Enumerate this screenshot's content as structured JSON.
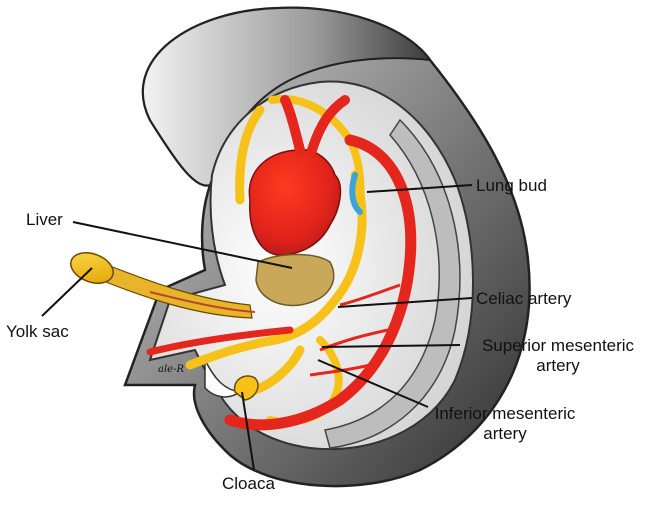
{
  "labels": {
    "lung_bud": "Lung bud",
    "liver": "Liver",
    "yolk_sac": "Yolk sac",
    "celiac_artery": "Celiac artery",
    "superior_mesenteric_line1": "Superior mesenteric",
    "superior_mesenteric_line2": "artery",
    "inferior_mesenteric_line1": "Inferior mesenteric",
    "inferior_mesenteric_line2": "artery",
    "cloaca": "Cloaca"
  },
  "signature": "ale-R",
  "colors": {
    "embryo_dark": "#3a3a3a",
    "embryo_light": "#e6e6e6",
    "heart_red": "#e4261c",
    "gut_yellow": "#f6c21a",
    "liver_tan": "#c9a85a",
    "lung_blue": "#3aa3d8"
  }
}
